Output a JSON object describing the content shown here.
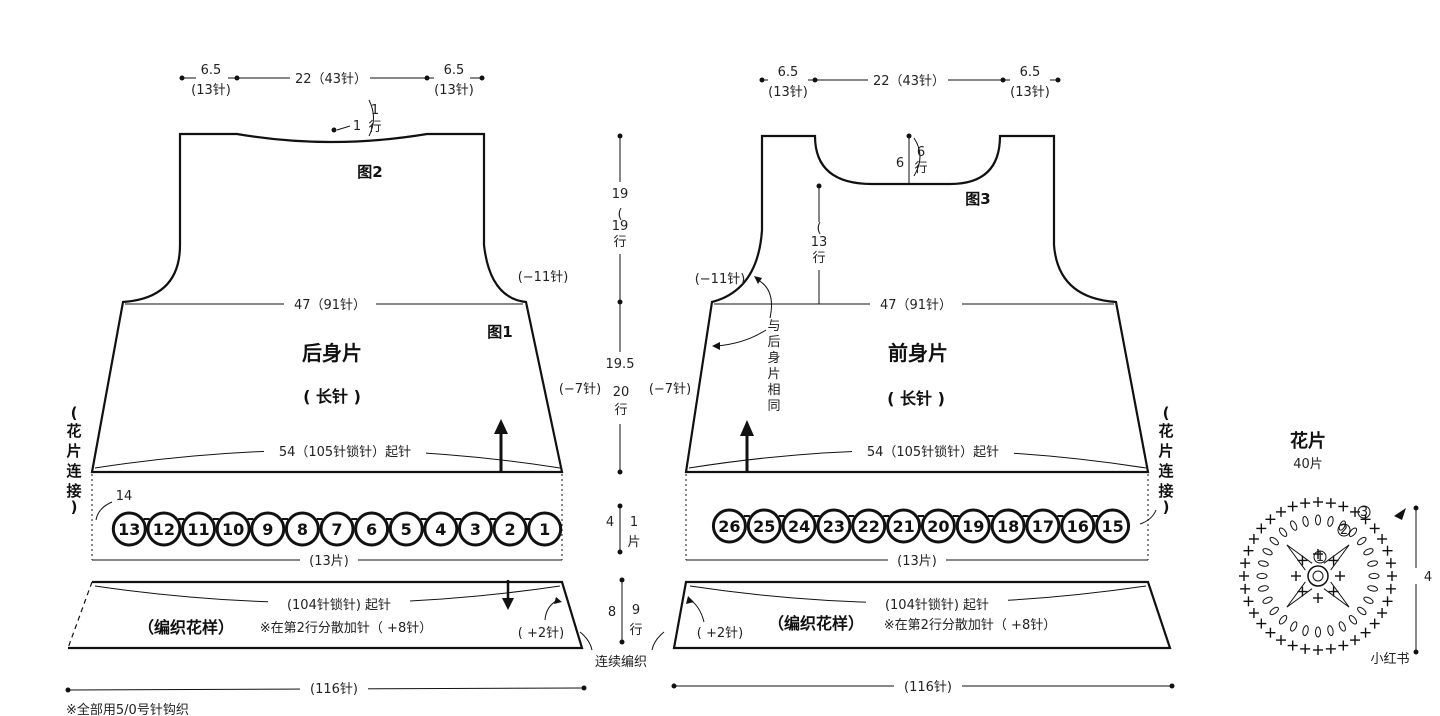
{
  "back": {
    "fig": "图2",
    "fig_body": "图1",
    "title": "后身片",
    "stitch": "( 长针 )",
    "side_panel": "( 花片连接 )",
    "top_left": {
      "w": "6.5",
      "s": "(13针)"
    },
    "top_mid": "22（43针）",
    "top_right": {
      "w": "6.5",
      "s": "(13针)"
    },
    "neck_rows": "1",
    "neck_rows_unit": "行",
    "neck_row_single": "1",
    "armhole_dec": "(−11针)",
    "width": "47（91针）",
    "chain": "54（105针锁针）起针",
    "motif_start": "14",
    "motifs": [
      "13",
      "12",
      "11",
      "10",
      "9",
      "8",
      "7",
      "6",
      "5",
      "4",
      "3",
      "2",
      "1"
    ],
    "motif_count": "(13片)",
    "hem_chain": "(104针锁针) 起针",
    "hem_pattern": "（编织花样）",
    "hem_note": "※在第2行分散加针（ +8针）",
    "hem_inc": "( +2针)",
    "hem_total": "(116针)"
  },
  "front": {
    "fig": "图3",
    "title": "前身片",
    "stitch": "( 长针 )",
    "side_panel": "( 花片连接 )",
    "top_left": {
      "w": "6.5",
      "s": "(13针)"
    },
    "top_mid": "22（43针）",
    "top_right": {
      "w": "6.5",
      "s": "(13针)"
    },
    "neck_depth": "6",
    "neck_rows": "6",
    "neck_rows_unit": "行",
    "armhole_rows": "13",
    "armhole_rows_unit": "行",
    "armhole_dec": "(−11针)",
    "same_as_back": "与后身片相同",
    "side_dec": "(−7针)",
    "width": "47（91针）",
    "chain": "54（105针锁针）起针",
    "motifs": [
      "26",
      "25",
      "24",
      "23",
      "22",
      "21",
      "20",
      "19",
      "18",
      "17",
      "16",
      "15"
    ],
    "motif_count": "(13片)",
    "hem_chain": "(104针锁针) 起针",
    "hem_pattern": "（编织花样）",
    "hem_note": "※在第2行分散加针（ +8针）",
    "hem_inc": "( +2针)",
    "hem_total": "(116针)"
  },
  "center": {
    "upper_cm": "19",
    "upper_rows": "19",
    "upper_unit": "行",
    "lower_cm": "19.5",
    "lower_rows": "20",
    "lower_unit": "行",
    "side_dec": "(−7针)",
    "motif_cm": "4",
    "motif_rows": "1",
    "motif_unit": "片",
    "hem_cm": "8",
    "hem_rows": "9",
    "hem_unit": "行",
    "continuous": "连续编织"
  },
  "motif": {
    "title": "花片",
    "count": "40片",
    "size": "4",
    "round1": "1",
    "round2": "2",
    "round3": "3",
    "watermark": "小红书"
  },
  "footer_note": "※全部用5/0号针钩织"
}
